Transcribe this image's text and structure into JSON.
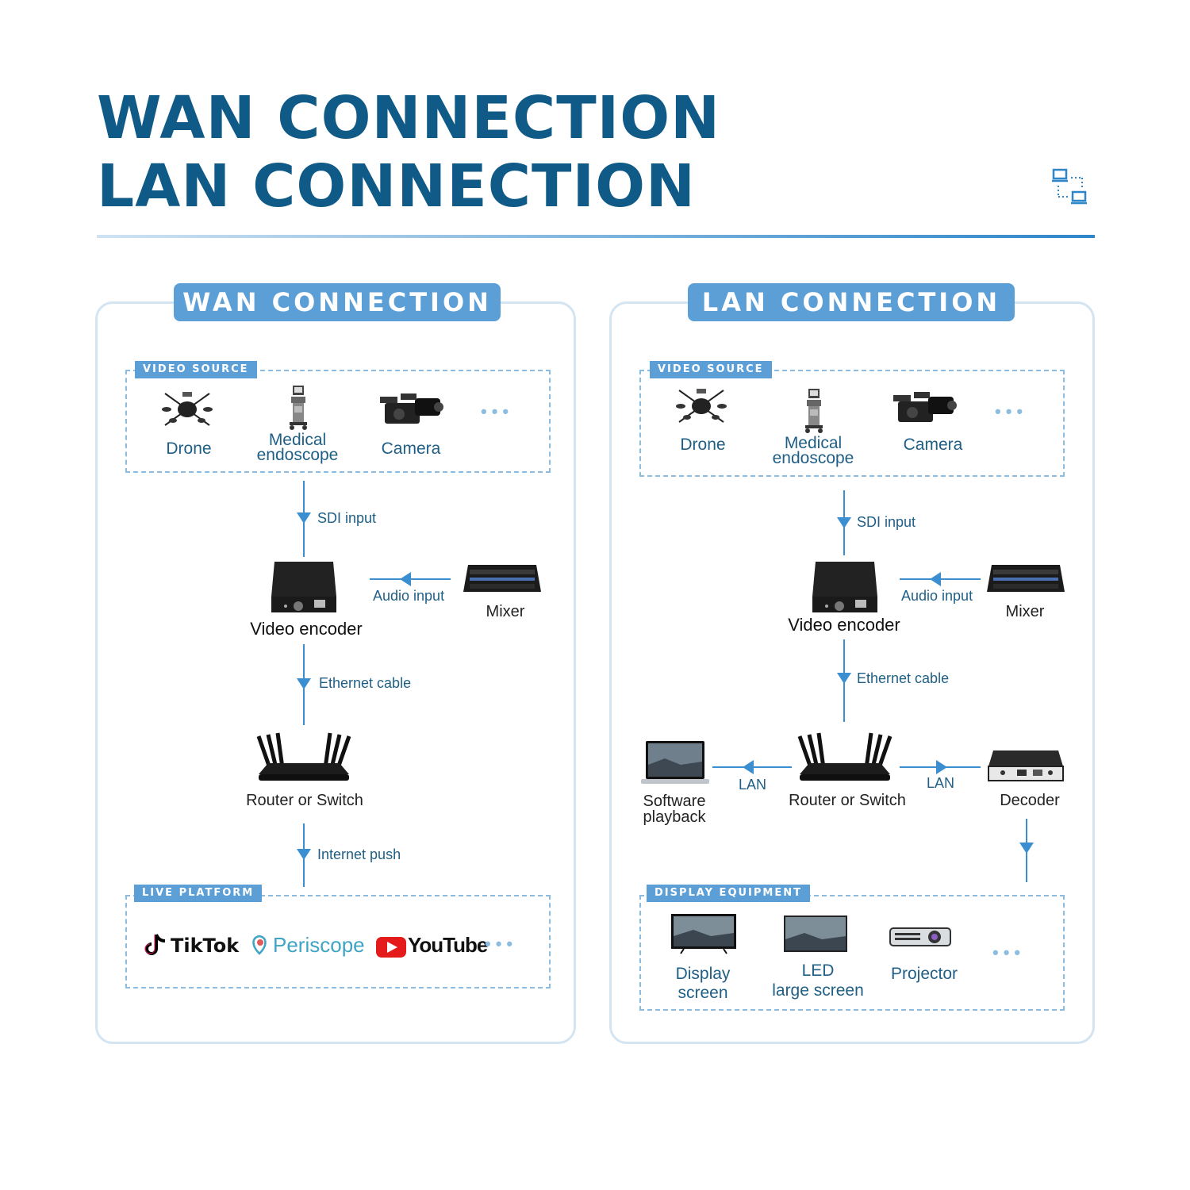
{
  "header": {
    "title_line1": "WAN CONNECTION",
    "title_line2": "LAN CONNECTION",
    "icon": "network-icon"
  },
  "wan": {
    "title": "WAN CONNECTION",
    "video_source_tag": "VIDEO SOURCE",
    "sources": [
      "Drone",
      "Medical",
      "endoscope",
      "Camera"
    ],
    "sdi_label": "SDI input",
    "encoder_label": "Video encoder",
    "audio_label": "Audio input",
    "mixer_label": "Mixer",
    "ethernet_label": "Ethernet cable",
    "router_label": "Router or Switch",
    "push_label": "Internet push",
    "platform_tag": "LIVE PLATFORM",
    "platforms": [
      "TikTok",
      "Periscope",
      "YouTube"
    ],
    "more": "•••"
  },
  "lan": {
    "title": "LAN CONNECTION",
    "video_source_tag": "VIDEO SOURCE",
    "sources": [
      "Drone",
      "Medical",
      "endoscope",
      "Camera"
    ],
    "sdi_label": "SDI input",
    "encoder_label": "Video encoder",
    "audio_label": "Audio input",
    "mixer_label": "Mixer",
    "ethernet_label": "Ethernet cable",
    "router_label": "Router or Switch",
    "software_label_1": "Software",
    "software_label_2": "playback",
    "lan_left": "LAN",
    "lan_right": "LAN",
    "decoder_label": "Decoder",
    "display_tag": "DISPLAY EQUIPMENT",
    "display_1a": "Display",
    "display_1b": "screen",
    "display_2a": "LED",
    "display_2b": "large screen",
    "display_3": "Projector",
    "more": "•••"
  },
  "colors": {
    "title": "#0f5a86",
    "accent": "#5b9fd6",
    "line": "#3b8fd0",
    "dashed": "#8cbde0"
  }
}
